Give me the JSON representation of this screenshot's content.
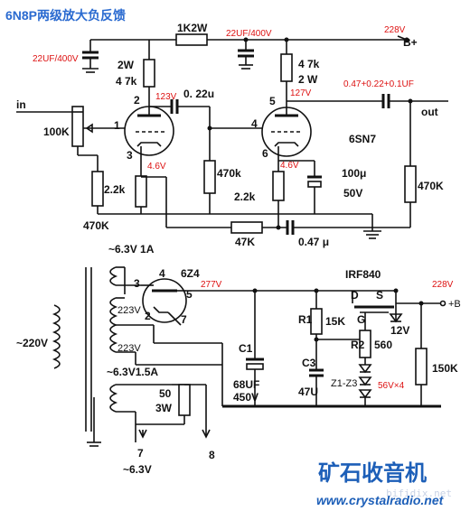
{
  "title": "6N8P两级放大负反馈",
  "labels": {
    "in": "in",
    "out": "out",
    "b_plus": "B+",
    "r_1k2w": "1K2W",
    "c_22uf_400v_top": "22UF/400V",
    "c_22uf_400v_left": "22UF/400V",
    "r_2w": "2W",
    "r_47k_a": "4 7k",
    "r_47k_b": "4 7k",
    "r_2w_b": "2 W",
    "c_022u": "0. 22u",
    "r_100k": "100K",
    "r_22k_a": "2.2k",
    "r_22k_b": "2.2k",
    "r_470k_grid": "470k",
    "r_470k_in": "470K",
    "r_470k_out": "470K",
    "r_47k_fb": "47K",
    "c_047": "0.47 μ",
    "c_100u": "100μ",
    "c_50v": "50V",
    "tube": "6SN7",
    "out_caps": "0.47+0.22+0.1UF",
    "pin1": "1",
    "pin2": "2",
    "pin3": "3",
    "pin4": "4",
    "pin5": "5",
    "pin6": "6",
    "rect_tube": "6Z4",
    "tr_63v_1a": "~6.3V 1A",
    "tr_220v": "~220V",
    "tr_223v_a": "223V",
    "tr_223v_b": "223V",
    "tr_63v_15a": "~6.3V1.5A",
    "r_50": "50",
    "r_3w": "3W",
    "out_63v": "~6.3V",
    "pin7": "7",
    "pin8": "8",
    "rpin4": "4",
    "rpin3": "3",
    "rpin5": "5",
    "rpin2": "2",
    "rpin7": "7",
    "irf": "IRF840",
    "d": "D",
    "s": "S",
    "g": "G",
    "r1": "R1",
    "r1_val": "15K",
    "r2": "R2",
    "r2_val": "560",
    "c1": "C1",
    "c1_val1": "68UF",
    "c1_val2": "450V",
    "c3": "C3",
    "c3_val": "47U",
    "z": "Z1-Z3",
    "z_12v": "12V",
    "r_150k": "150K",
    "plus_b": "+B"
  },
  "voltages": {
    "v123": "123V",
    "v127": "127V",
    "v46a": "4.6V",
    "v46b": "4.6V",
    "v228_top": "228V",
    "v277": "277V",
    "v228_bot": "228V",
    "v56x4": "56V×4"
  },
  "branding": {
    "logo": "矿石收音机",
    "url": "www.crystalradio.net",
    "watermark": "bifidix.net"
  },
  "colors": {
    "title": "#2a6ad0",
    "voltage": "#d11111",
    "logo": "#1d5fb8"
  }
}
